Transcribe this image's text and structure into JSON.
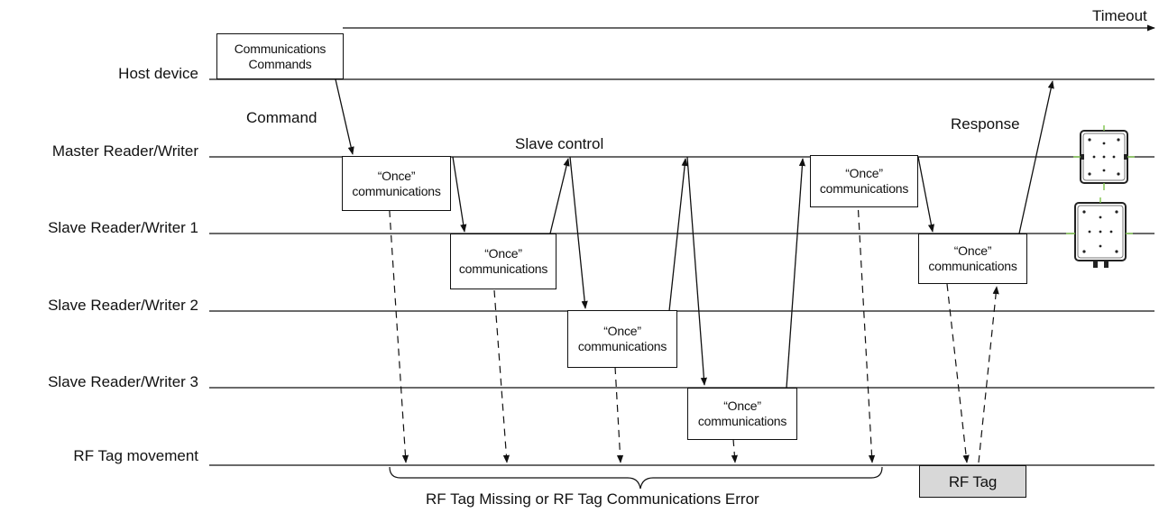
{
  "lanes": {
    "host": "Host device",
    "master": "Master Reader/Writer",
    "slave1": "Slave Reader/Writer 1",
    "slave2": "Slave Reader/Writer 2",
    "slave3": "Slave Reader/Writer 3",
    "tag": "RF Tag movement"
  },
  "labels": {
    "timeout": "Timeout",
    "command": "Command",
    "response": "Response",
    "slave_control": "Slave control",
    "error_brace": "RF Tag Missing or RF Tag Communications Error"
  },
  "host_box": {
    "line1": "Communications",
    "line2": "Commands"
  },
  "once_box": {
    "line1": "“Once”",
    "line2": "communications"
  },
  "tag_box": {
    "label": "RF Tag"
  },
  "icons": [
    "reader-writer-icon"
  ]
}
